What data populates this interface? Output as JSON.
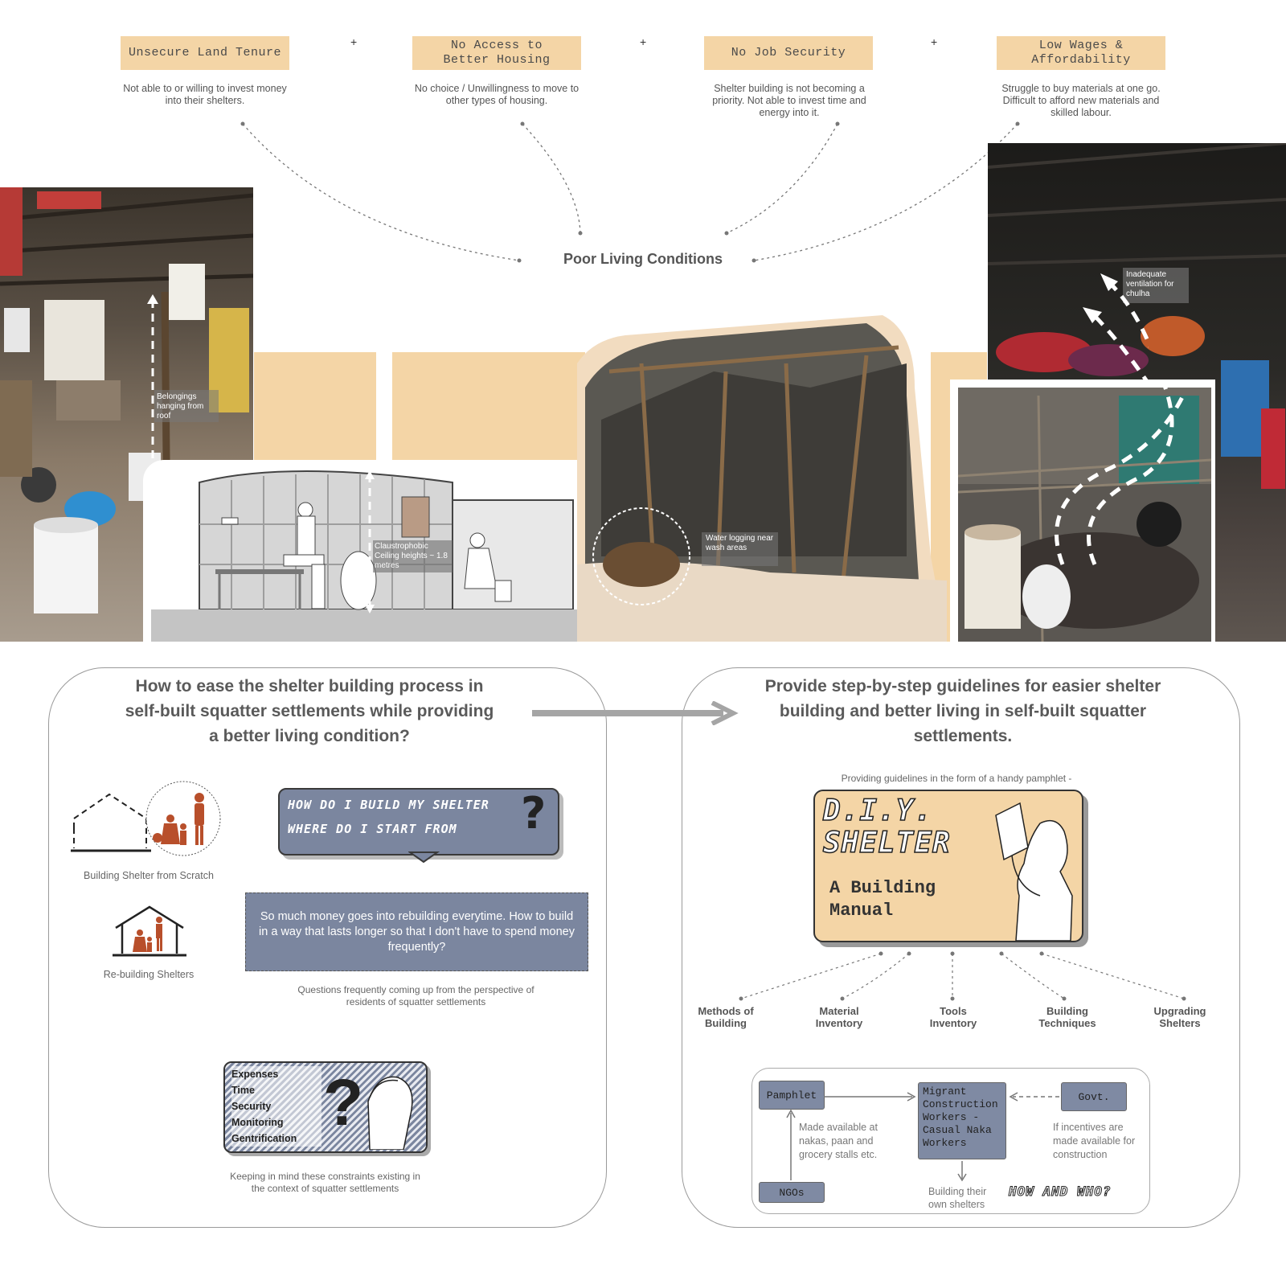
{
  "causes": [
    {
      "title": "Unsecure Land Tenure",
      "desc": "Not able to or willing to invest money into their shelters."
    },
    {
      "title": "No Access to\nBetter Housing",
      "desc": "No choice / Unwillingness to move to other types of housing."
    },
    {
      "title": "No Job Security",
      "desc": "Shelter building is not becoming a priority. Not able to invest time and energy into it."
    },
    {
      "title": "Low Wages &\nAffordability",
      "desc": "Struggle to buy materials at one go. Difficult to afford new materials and skilled labour."
    }
  ],
  "plus_sign": "+",
  "center_label": "Poor Living Conditions",
  "photo_notes": {
    "belongings": "Belongings hanging from roof",
    "ceiling": "Claustrophobic Ceiling heights ~ 1.8 metres",
    "water": "Water logging near wash areas",
    "ventilation": "Inadequate ventilation for chulha"
  },
  "left_panel": {
    "question": "How to ease the shelter building process in self-built squatter settlements while providing a better living condition?",
    "scratch_label": "Building Shelter from Scratch",
    "rebuild_label": "Re-building Shelters",
    "bubble_line1": "HOW DO I BUILD MY SHELTER",
    "bubble_line2": "WHERE DO I START FROM",
    "question_mark": "?",
    "money_text": "So much money goes into rebuilding everytime. How to build in a way that lasts longer so that I don't have to spend money frequently?",
    "questions_caption": "Questions frequently coming up from the perspective of residents of squatter settlements",
    "constraints": [
      "Expenses",
      "Time",
      "Security",
      "Monitoring",
      "Gentrification"
    ],
    "constraints_caption": "Keeping in mind these constraints existing in the context of squatter settlements"
  },
  "right_panel": {
    "answer": "Provide step-by-step guidelines for easier shelter building and better living in self-built squatter settlements.",
    "pamphlet_caption": "Providing guidelines in the form of a handy pamphlet -",
    "manual_title_1": "D.I.Y.",
    "manual_title_2": "SHELTER",
    "manual_subtitle_1": "A Building",
    "manual_subtitle_2": "Manual",
    "branches": [
      "Methods of\nBuilding",
      "Material\nInventory",
      "Tools\nInventory",
      "Building\nTechniques",
      "Upgrading\nShelters"
    ],
    "flow": {
      "pamphlet": "Pamphlet",
      "workers": "Migrant Construction Workers - Casual Naka Workers",
      "govt": "Govt.",
      "ngos": "NGOs",
      "available_note": "Made available at nakas, paan and grocery stalls etc.",
      "incentive_note": "If incentives are made available for construction",
      "building_note": "Building their own shelters",
      "how_who": "HOW AND WHO?"
    }
  },
  "colors": {
    "accent": "#f4d5a6",
    "slate": "#7b869f",
    "dark_photo": "#2c2a27"
  }
}
